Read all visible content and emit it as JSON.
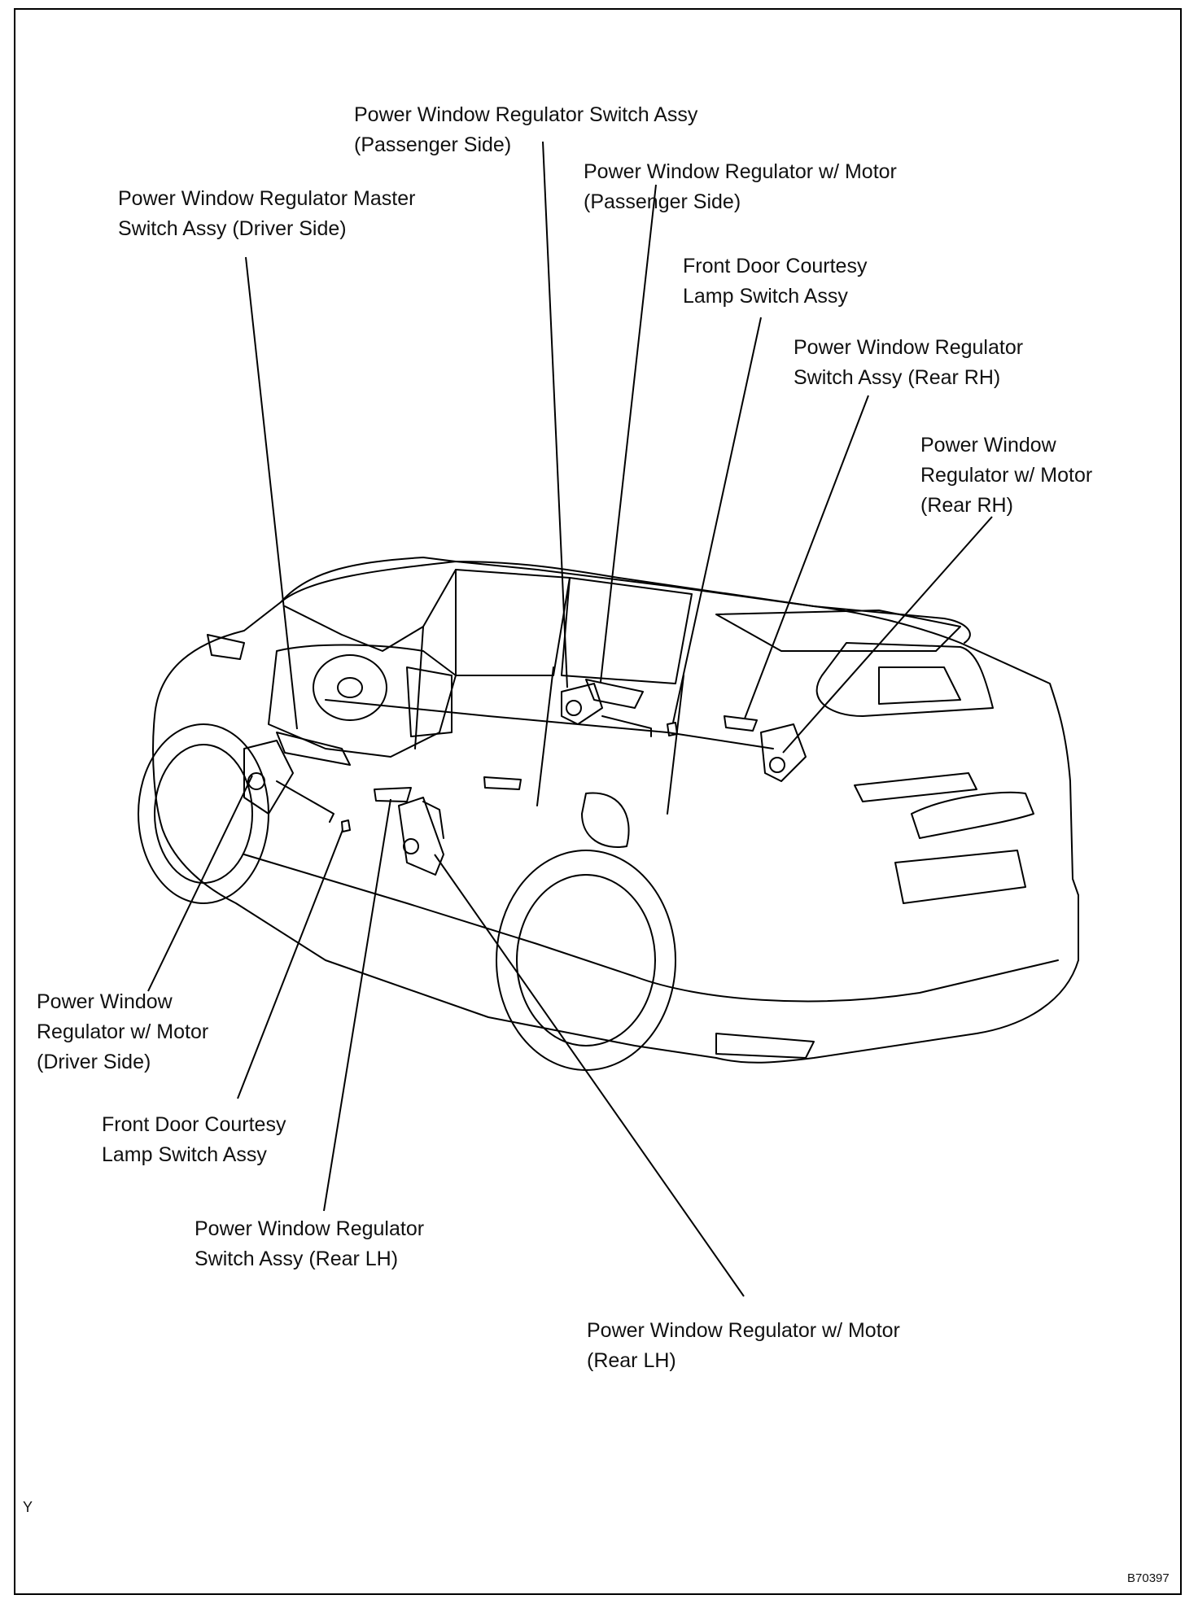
{
  "labels": {
    "switch_passenger": [
      "Power Window Regulator Switch Assy",
      "(Passenger Side)"
    ],
    "motor_passenger": [
      "Power Window Regulator w/ Motor",
      "(Passenger Side)"
    ],
    "master_driver": [
      "Power Window Regulator Master",
      "Switch Assy (Driver Side)"
    ],
    "courtesy_front_right": [
      "Front Door Courtesy",
      "Lamp Switch Assy"
    ],
    "switch_rear_rh": [
      "Power Window Regulator",
      "Switch Assy (Rear RH)"
    ],
    "motor_rear_rh": [
      "Power Window",
      "Regulator w/ Motor",
      "(Rear RH)"
    ],
    "motor_driver": [
      "Power Window",
      "Regulator w/ Motor",
      "(Driver Side)"
    ],
    "courtesy_front_left": [
      "Front Door Courtesy",
      "Lamp Switch Assy"
    ],
    "switch_rear_lh": [
      "Power Window Regulator",
      "Switch Assy (Rear LH)"
    ],
    "motor_rear_lh": [
      "Power Window Regulator w/ Motor",
      "(Rear LH)"
    ]
  },
  "corner_mark": "Y",
  "figure_code": "B70397"
}
